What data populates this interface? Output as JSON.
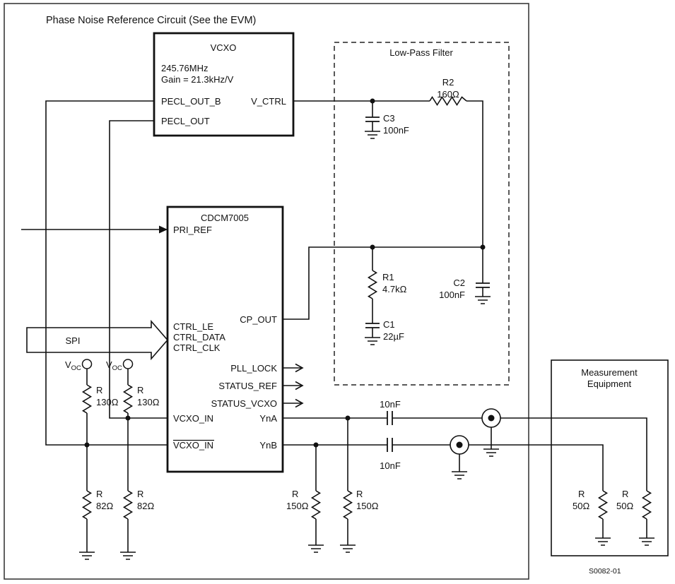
{
  "title": "Phase Noise Reference Circuit (See the EVM)",
  "figure_code": "S0082-01",
  "vcxo": {
    "name": "VCXO",
    "freq": "245.76MHz",
    "gain": "Gain = 21.3kHz/V",
    "pins": {
      "pecl_out_b": "PECL_OUT_B",
      "pecl_out": "PECL_OUT",
      "v_ctrl": "V_CTRL"
    }
  },
  "lpf": {
    "name": "Low-Pass Filter",
    "r2": {
      "ref": "R2",
      "value": "160Ω"
    },
    "c3": {
      "ref": "C3",
      "value": "100nF"
    },
    "r1": {
      "ref": "R1",
      "value": "4.7kΩ"
    },
    "c1": {
      "ref": "C1",
      "value": "22µF"
    },
    "c2": {
      "ref": "C2",
      "value": "100nF"
    }
  },
  "pll": {
    "name": "CDCM7005",
    "pins": {
      "pri_ref": "PRI_REF",
      "ctrl_le": "CTRL_LE",
      "ctrl_data": "CTRL_DATA",
      "ctrl_clk": "CTRL_CLK",
      "vcxo_in": "VCXO_IN",
      "vcxo_in_b": "VCXO_IN",
      "cp_out": "CP_OUT",
      "pll_lock": "PLL_LOCK",
      "status_ref": "STATUS_REF",
      "status_vcxo": "STATUS_VCXO",
      "yna": "YnA",
      "ynb": "YnB"
    }
  },
  "spi_label": "SPI",
  "voc": {
    "symbol": "V",
    "subscript": "OC"
  },
  "termination": {
    "r130_a": {
      "ref": "R",
      "value": "130Ω"
    },
    "r130_b": {
      "ref": "R",
      "value": "130Ω"
    },
    "r82_a": {
      "ref": "R",
      "value": "82Ω"
    },
    "r82_b": {
      "ref": "R",
      "value": "82Ω"
    },
    "r150_a": {
      "ref": "R",
      "value": "150Ω"
    },
    "r150_b": {
      "ref": "R",
      "value": "150Ω"
    },
    "cap_a": {
      "value": "10nF"
    },
    "cap_b": {
      "value": "10nF"
    }
  },
  "measurement": {
    "name_line1": "Measurement",
    "name_line2": "Equipment",
    "r50_a": {
      "ref": "R",
      "value": "50Ω"
    },
    "r50_b": {
      "ref": "R",
      "value": "50Ω"
    }
  }
}
